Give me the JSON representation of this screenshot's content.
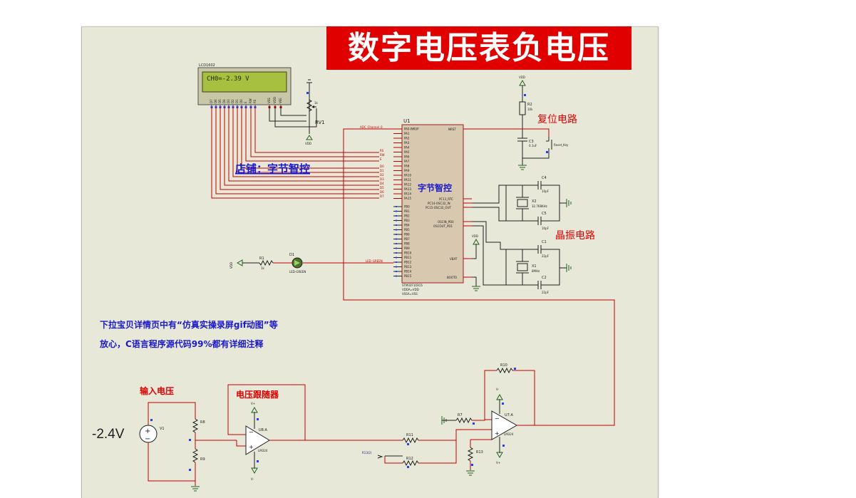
{
  "title": "数字电压表负电压",
  "lcd": {
    "name": "LCD1602",
    "display": "CH0=-2.39 V",
    "pins": [
      "D7",
      "D6",
      "D5",
      "D4",
      "D3",
      "D2",
      "D1",
      "D0",
      "E",
      "RW",
      "RS",
      "VSS",
      "VDD",
      "VEE"
    ]
  },
  "mcu": {
    "ref": "U1",
    "center_label": "字节智控",
    "left_pins_a": [
      "PA0-WKUP",
      "PA1",
      "PA2",
      "PA3",
      "PA4",
      "PA5",
      "PA6",
      "PA7",
      "PA8",
      "PA9",
      "PA10",
      "PA11",
      "PA12",
      "PA13",
      "PA14",
      "PA15"
    ],
    "left_pins_b": [
      "PB0",
      "PB1",
      "PB2",
      "PB3",
      "PB4",
      "PB5",
      "PB6",
      "PB7",
      "PB8",
      "PB9",
      "PB10",
      "PB11",
      "PB12",
      "PB13",
      "PB14",
      "PB15"
    ],
    "right_pins": [
      "NRST",
      "PC13_RTC",
      "PC14-OSC32_IN",
      "PC15-OSC32_OUT",
      "OSCIN_PD0",
      "OSCOUT_PD1",
      "VBAT",
      "BOOT0"
    ],
    "part": "STM32F103C6",
    "power1": "VDDA=VDD",
    "power2": "VSSA=VSS",
    "net_adc": "ADC_Channel_0",
    "net_led": "LED_GREEN",
    "net_labels": [
      "RS",
      "RW",
      "E",
      "D0",
      "D1",
      "D2",
      "D3",
      "D4",
      "D5",
      "D6",
      "D7"
    ]
  },
  "components": {
    "rv1": "RV1",
    "rv1_val": "1k",
    "vdd": "VDD",
    "r2": "R2",
    "r2_val": "10k",
    "c3": "C3",
    "c3_val": "0.1uF",
    "reset_key": "Reset_Key",
    "c4": "C4",
    "c4_val": "10pF",
    "x2": "X2",
    "x2_val": "32.768KHz",
    "c5": "C5",
    "c5_val": "10pF",
    "c1": "C1",
    "c1_val": "22pF",
    "x1": "X1",
    "x1_val": "8MHz",
    "c2": "C2",
    "c2_val": "22pF",
    "r1": "R1",
    "r1_val": "1k",
    "d1": "D1",
    "d1_val": "LED-GREEN",
    "v1": "V1",
    "r8": "R8",
    "r9": "R9",
    "u8": "U8:A",
    "lm324": "LM324",
    "r11": "R11",
    "r12": "R12",
    "r13": "R13",
    "r7": "R7",
    "r10": "R10",
    "u7": "U7:A",
    "r13_net": "R13(2)",
    "vplus": "V+",
    "vminus": "V-"
  },
  "annotations": {
    "reset": "复位电路",
    "crystal": "晶振电路",
    "shop": "店铺：字节智控",
    "info1": "下拉宝贝详情页中有“仿真实操录屏gif动图”等",
    "info2": "放心，C语言程序源代码99%都有详细注释",
    "input_voltage": "输入电压",
    "follower": "电压跟随器",
    "voltage_value": "-2.4V"
  }
}
